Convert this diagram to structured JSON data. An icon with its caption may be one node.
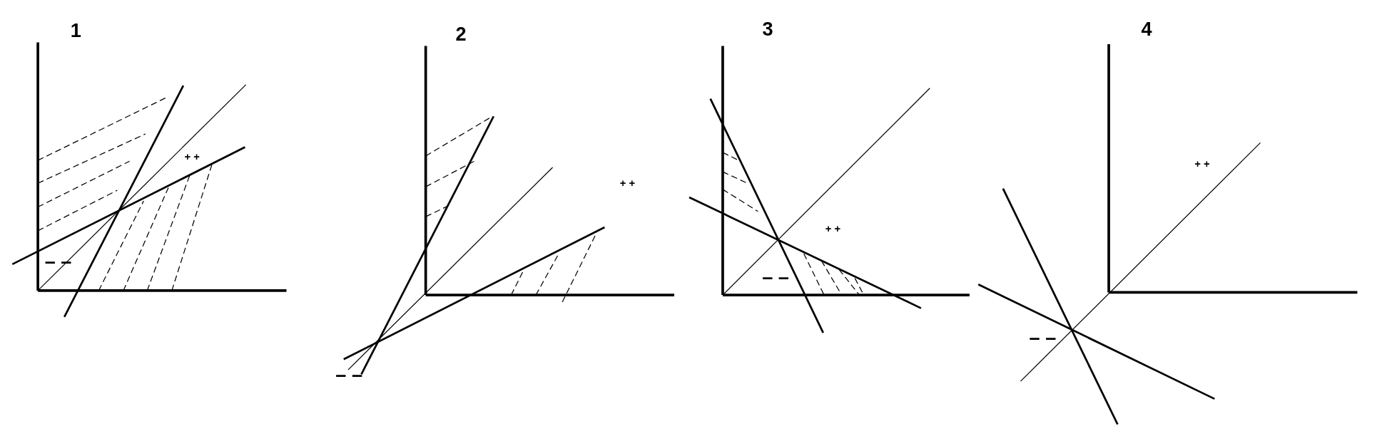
{
  "diagram": {
    "labels": [
      "1",
      "+ +",
      "– –",
      "2",
      "+ +",
      "– –",
      "3",
      "+ +",
      "– –",
      "4",
      "+ +",
      "– –"
    ]
  }
}
